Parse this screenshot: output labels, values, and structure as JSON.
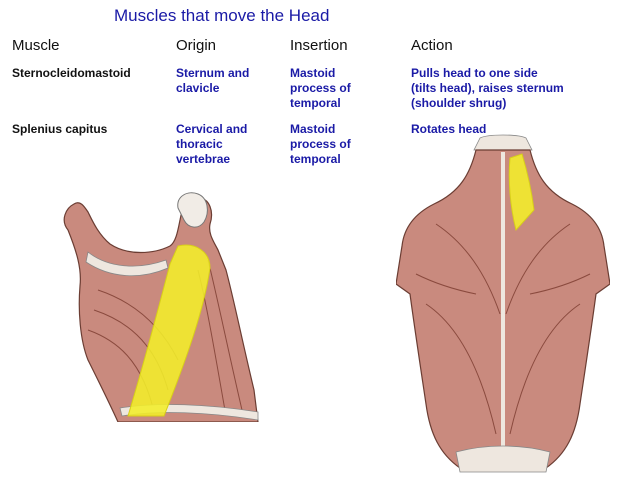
{
  "title": "Muscles that move the Head",
  "columns": [
    "Muscle",
    "Origin",
    "Insertion",
    "Action"
  ],
  "rows": [
    {
      "muscle": "Sternocleidomastoid",
      "origin": [
        "Sternum and",
        "clavicle"
      ],
      "insertion": [
        "Mastoid",
        "process of",
        "temporal"
      ],
      "action": [
        "Pulls head to one side",
        "(tilts head), raises sternum",
        "(shoulder shrug)"
      ]
    },
    {
      "muscle": "Splenius capitus",
      "origin": [
        "Cervical and",
        "thoracic",
        "vertebrae"
      ],
      "insertion": [
        "Mastoid",
        "process of",
        "temporal"
      ],
      "action": [
        "Rotates head"
      ]
    }
  ],
  "colors": {
    "title": "#1a1aa6",
    "value_text": "#1a1aa6",
    "muscle_tissue": "#c98a7e",
    "highlight": "#f2ee2a"
  },
  "figures": [
    {
      "icon": "lateral-neck-muscle-illustration-icon"
    },
    {
      "icon": "posterior-back-muscle-illustration-icon"
    }
  ]
}
